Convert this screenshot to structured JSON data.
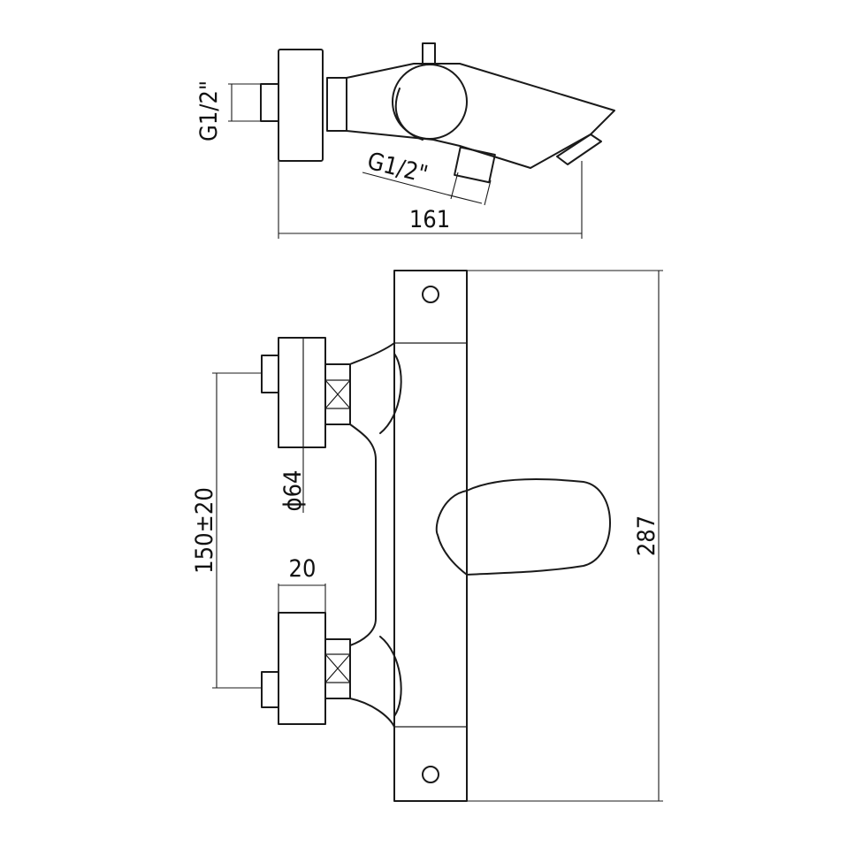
{
  "side_view": {
    "inlet_thread_label": "G1/2\"",
    "outlet_thread_label": "G1/2\"",
    "depth_dimension": "161"
  },
  "front_view": {
    "handle_diameter": "ϕ64",
    "inlet_spacing": "150±20",
    "connector_length": "20",
    "overall_height": "287"
  }
}
